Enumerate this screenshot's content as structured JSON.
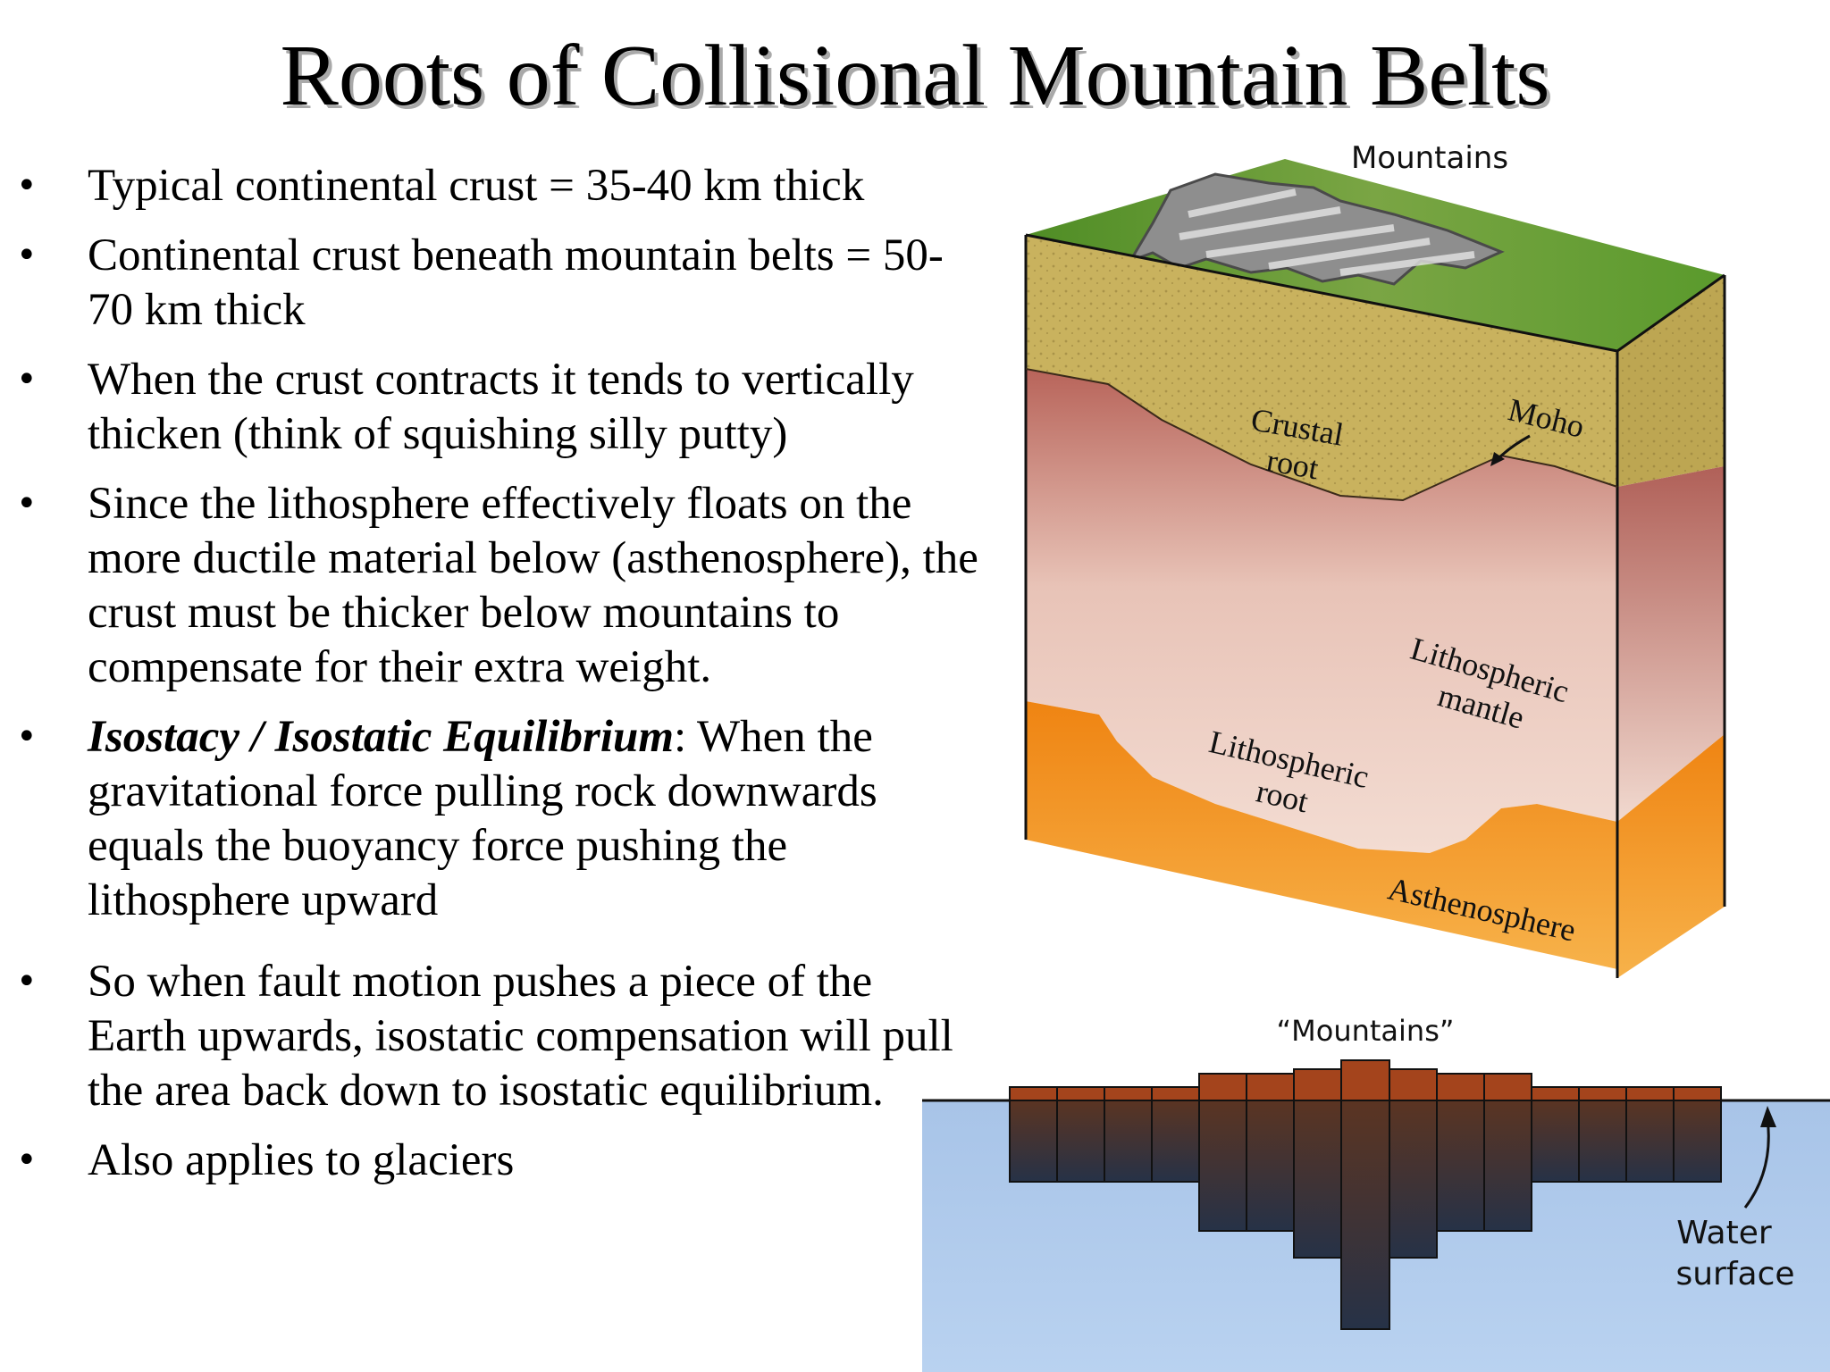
{
  "slide": {
    "title": "Roots of Collisional Mountain Belts",
    "bullets": [
      {
        "text": "Typical continental crust = 35-40 km thick"
      },
      {
        "text": "Continental crust beneath mountain belts = 50-70 km thick"
      },
      {
        "text": "When the crust contracts it tends to vertically thicken (think of squishing silly putty)"
      },
      {
        "text": "Since the lithosphere effectively floats on the more ductile material below (asthenosphere), the crust must be thicker below mountains to compensate for their extra weight."
      },
      {
        "emphasis": "Isostacy / Isostatic Equilibrium",
        "text": ": When the gravitational force pulling rock downwards equals the buoyancy force pushing the lithosphere upward"
      },
      {
        "text": "So when fault motion pushes a piece of the Earth upwards, isostatic compensation will pull the area back down to isostatic equilibrium."
      },
      {
        "text": "Also applies to glaciers"
      }
    ]
  },
  "block_diagram": {
    "labels": {
      "mountains": "Mountains",
      "crustal_root_line1": "Crustal",
      "crustal_root_line2": "root",
      "moho": "Moho",
      "lithospheric_mantle_line1": "Lithospheric",
      "lithospheric_mantle_line2": "mantle",
      "lithospheric_root_line1": "Lithospheric",
      "lithospheric_root_line2": "root",
      "asthenosphere": "Asthenosphere"
    },
    "colors": {
      "grass": "#5f9a2e",
      "crust": "#c9b25e",
      "mantle": "#b8645a",
      "asthenosphere": "#ee8a18"
    }
  },
  "float_diagram": {
    "labels": {
      "mountains": "“Mountains”",
      "water_line1": "Water",
      "water_line2": "surface"
    },
    "colors": {
      "water": "#a9c6ea",
      "block_top": "#a4441c",
      "block_body": "#2e3444"
    }
  }
}
